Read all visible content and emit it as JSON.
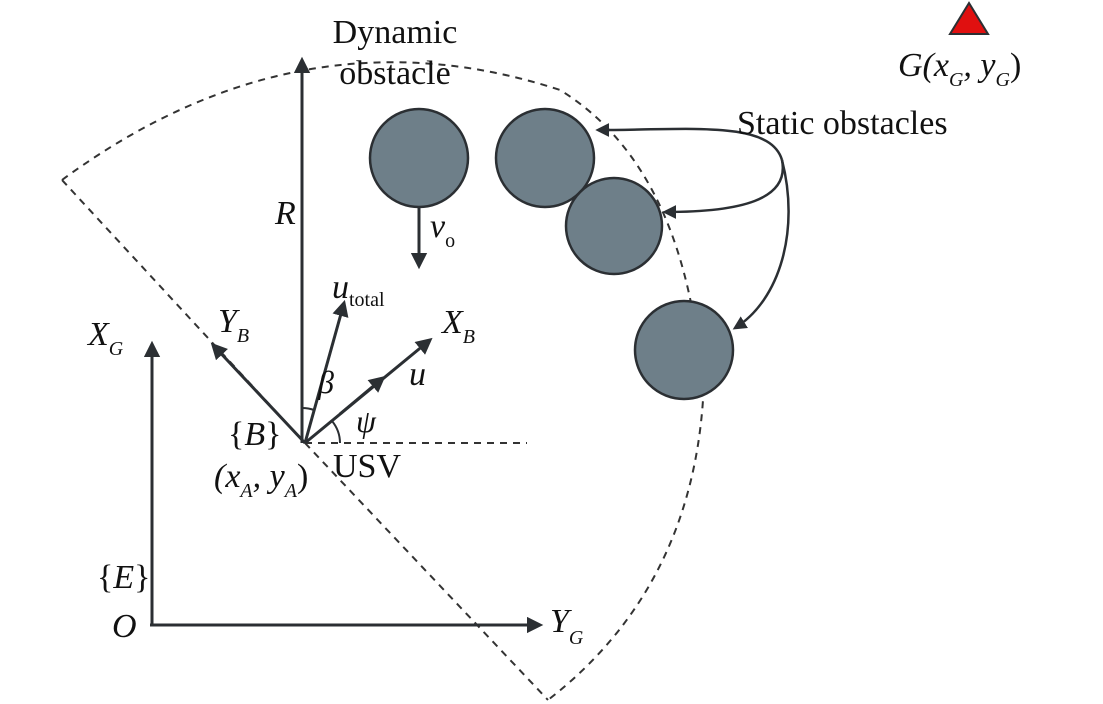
{
  "colors": {
    "obstacle_fill": "#6e7f89",
    "obstacle_stroke": "#2b2f33",
    "arrow": "#2b2f33",
    "goal_fill": "#e01010",
    "text": "#111111"
  },
  "labels": {
    "dynamic_line1": "Dynamic",
    "dynamic_line2": "obstacle",
    "static_obstacles": "Static obstacles",
    "goal_main": "G(x",
    "goal_sub1": "G",
    "goal_mid": ", y",
    "goal_sub2": "G",
    "goal_close": ")",
    "R": "R",
    "vo_main": "v",
    "vo_sub": "o",
    "utotal_main": "u",
    "utotal_sub": "total",
    "XB_main": "X",
    "XB_sub": "B",
    "YB_main": "Y",
    "YB_sub": "B",
    "u": "u",
    "beta": "β",
    "psi": "ψ",
    "XG_main": "X",
    "XG_sub": "G",
    "YG_main": "Y",
    "YG_sub": "G",
    "B_frame_open": "{",
    "B_frame_letter": "B",
    "B_frame_close": "}",
    "usv_pos_open": "(x",
    "usv_pos_sub1": "A",
    "usv_pos_mid": ", y",
    "usv_pos_sub2": "A",
    "usv_pos_close": ")",
    "usv": "USV",
    "E_frame_open": "{",
    "E_frame_letter": "E",
    "E_frame_close": "}",
    "origin": "O"
  },
  "icons": {
    "goal": "red-triangle-icon",
    "obstacle": "gray-circle-icon"
  }
}
